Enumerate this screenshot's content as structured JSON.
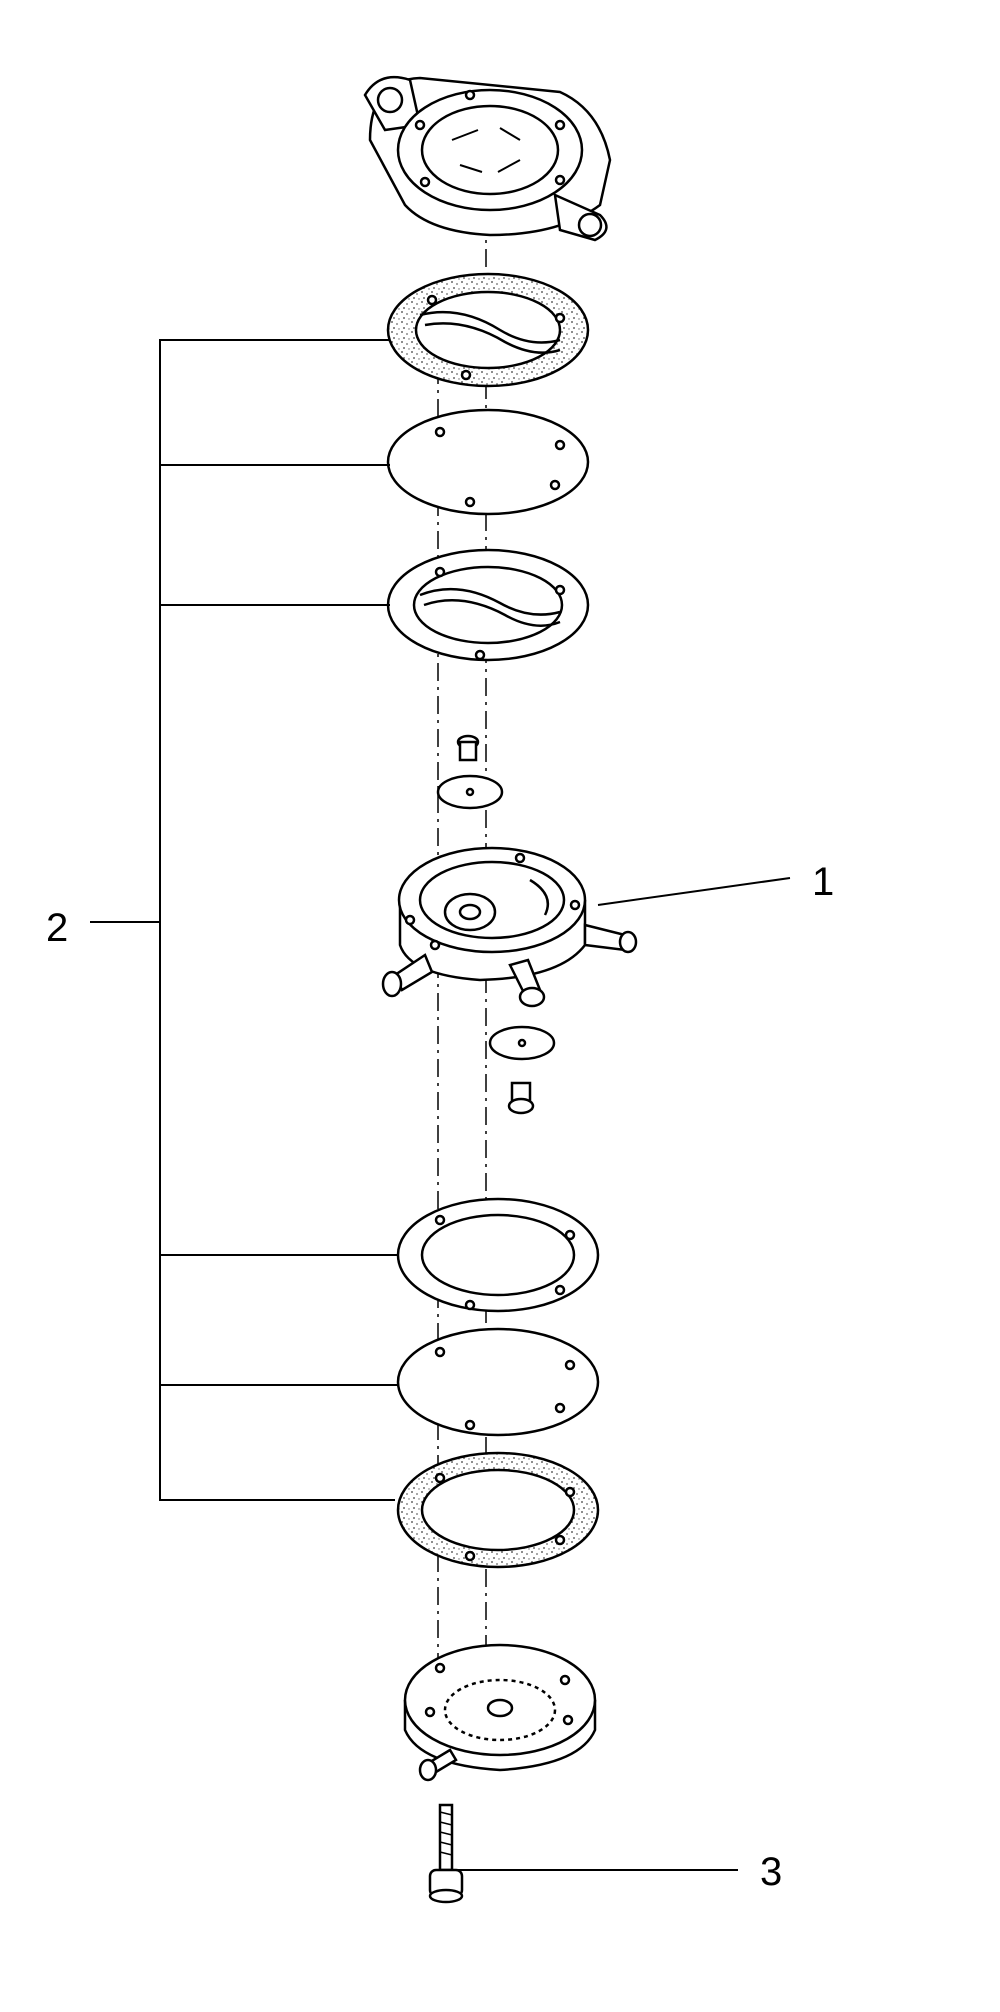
{
  "colors": {
    "ink": "#000000",
    "paper": "#ffffff",
    "gasket_speckle": "#6a6a6a"
  },
  "callouts": [
    {
      "id": "1",
      "label": "1"
    },
    {
      "id": "2",
      "label": "2"
    },
    {
      "id": "3",
      "label": "3"
    }
  ]
}
